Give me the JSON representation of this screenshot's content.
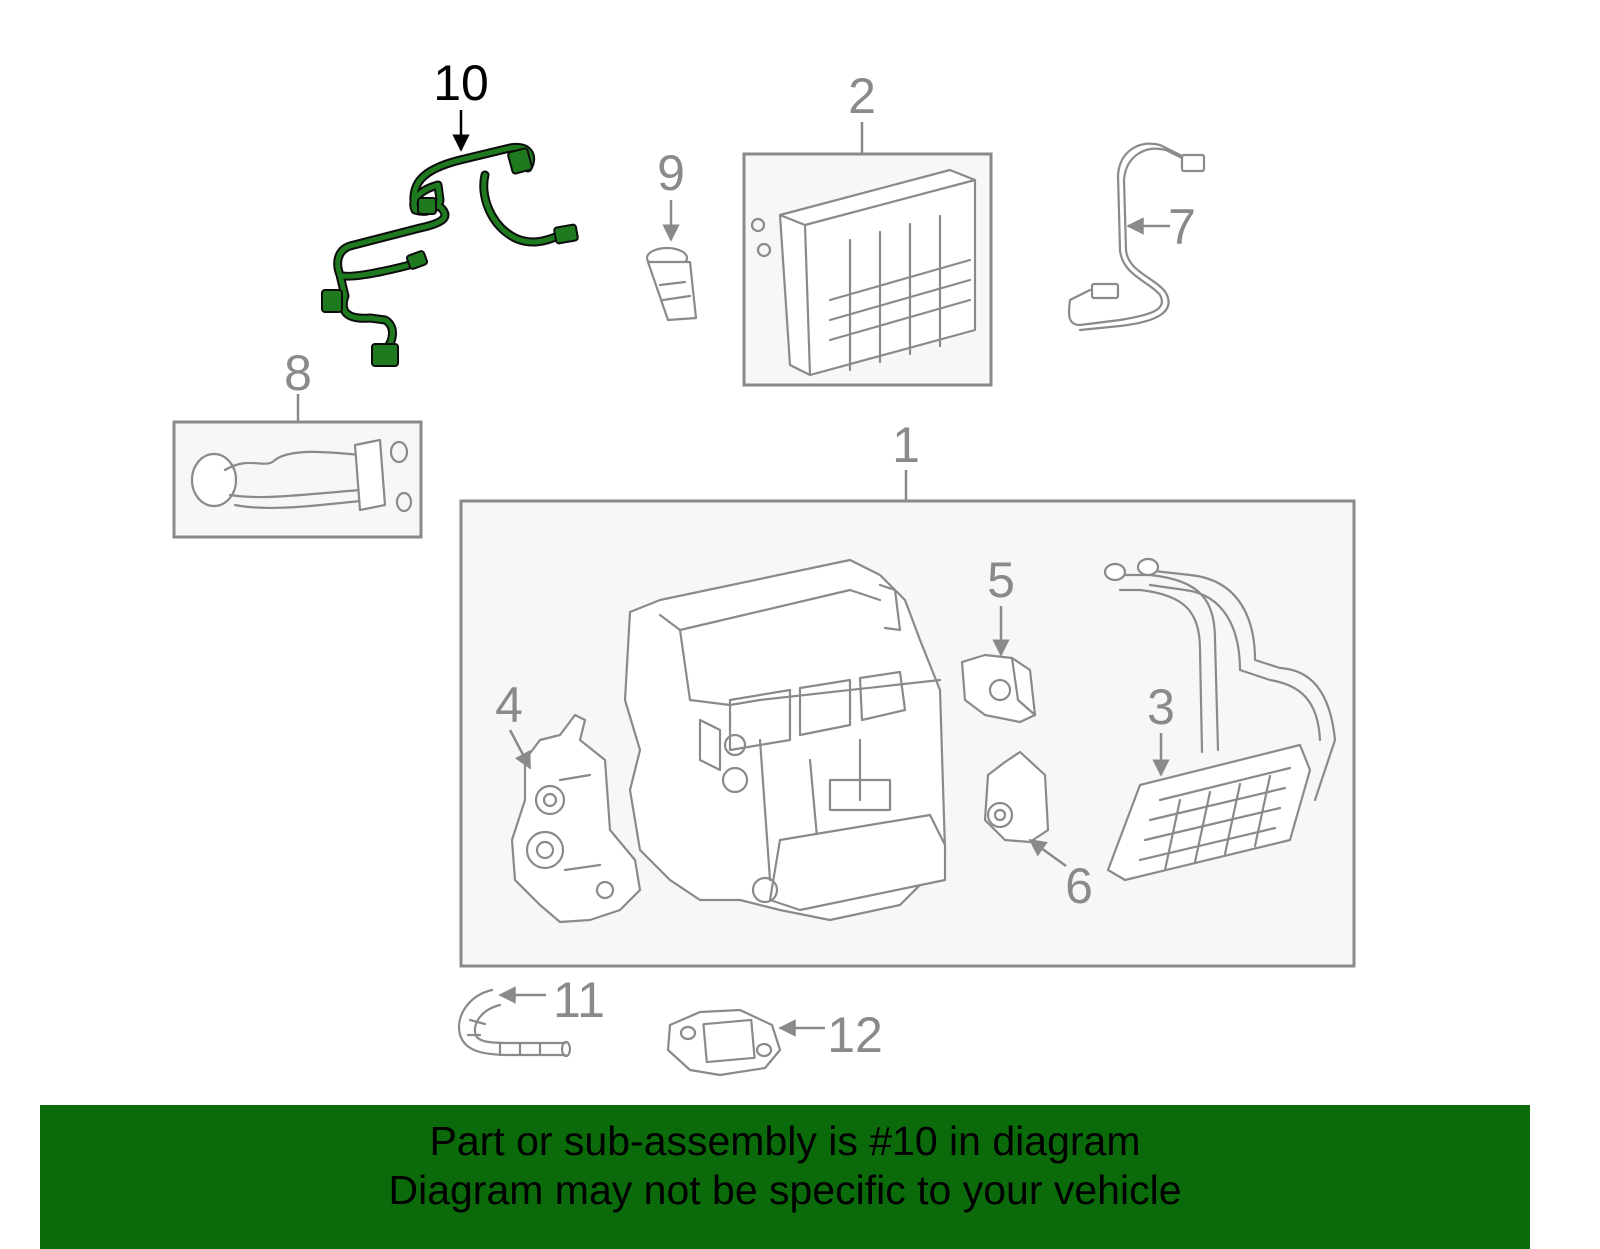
{
  "diagram": {
    "highlighted_part": "10",
    "highlight_color": "#1f7a1f",
    "callouts": {
      "c1": "1",
      "c2": "2",
      "c3": "3",
      "c4": "4",
      "c5": "5",
      "c6": "6",
      "c7": "7",
      "c8": "8",
      "c9": "9",
      "c10": "10",
      "c11": "11",
      "c12": "12"
    }
  },
  "banner": {
    "background": "#0b6b0b",
    "line1": "Part or sub-assembly is #10 in diagram",
    "line2": "Diagram may not be specific to your vehicle"
  }
}
